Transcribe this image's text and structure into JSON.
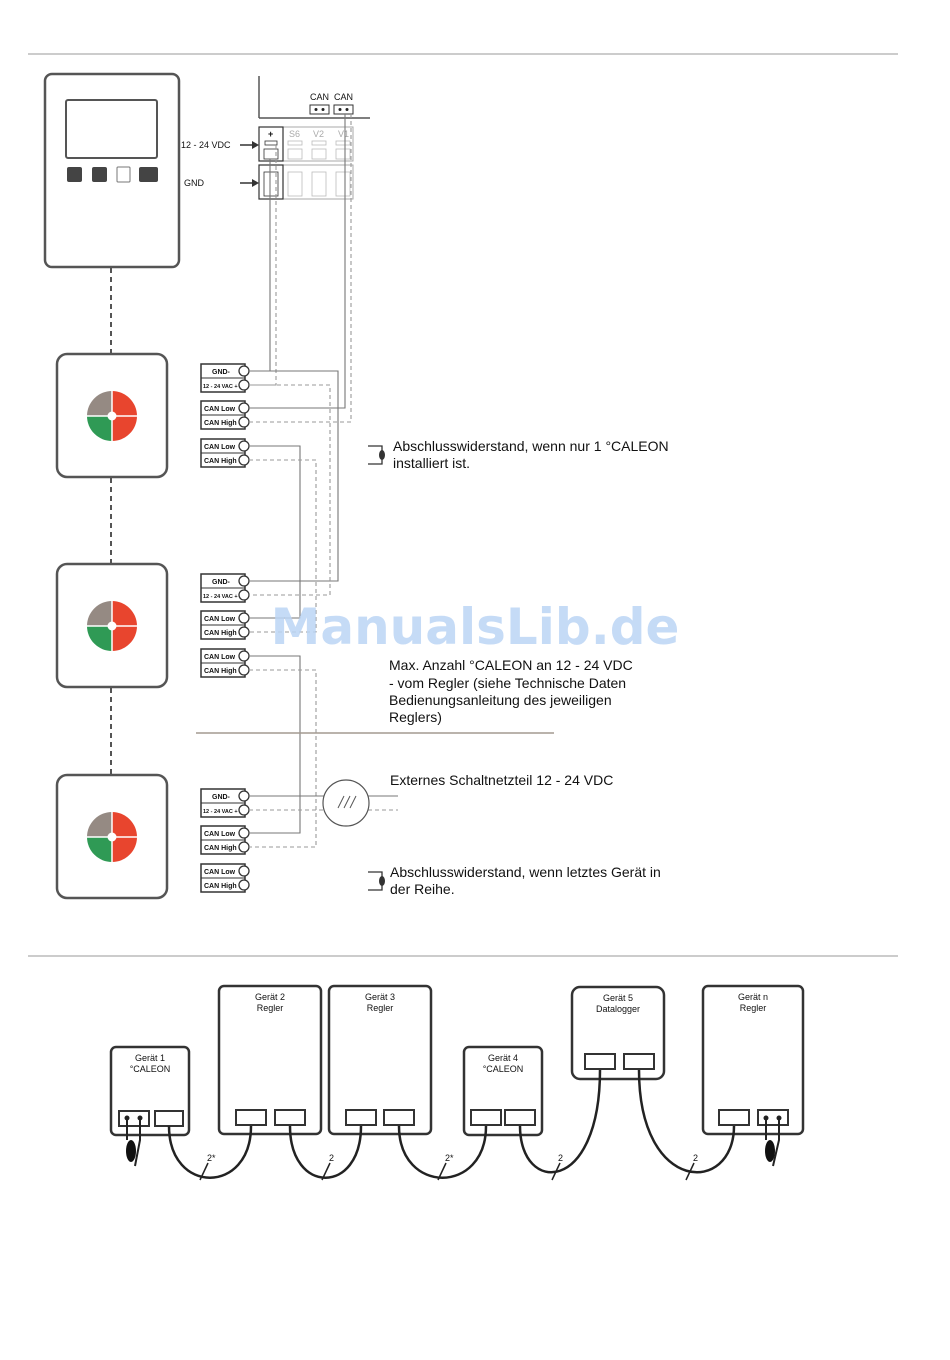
{
  "top_diagram": {
    "can_labels": [
      "CAN",
      "CAN"
    ],
    "terminal_labels": [
      "+",
      "S6",
      "V2",
      "V1"
    ],
    "supply_label": "12 - 24 VDC",
    "gnd_label": "GND",
    "module_terminals": {
      "gnd": "GND-",
      "vac": "12 - 24 VAC +",
      "can_low": "CAN Low",
      "can_high": "CAN High"
    },
    "note_terminator_1": [
      "Abschlusswiderstand, wenn nur 1 °CALEON",
      "installiert ist."
    ],
    "note_max": [
      "Max. Anzahl °CALEON an 12 - 24 VDC",
      "- vom Regler (siehe Technische Daten",
      "Bedienungsanleitung des jeweiligen",
      "Reglers)"
    ],
    "note_psu": "Externes Schaltnetzteil 12 - 24 VDC",
    "note_terminator_last": [
      "Abschlusswiderstand, wenn letztes Gerät in",
      "der Reihe."
    ],
    "colors": {
      "grey": "#958a83",
      "red": "#e8452e",
      "green": "#2f9a55"
    }
  },
  "bottom_diagram": {
    "devices": [
      {
        "line1": "Gerät 1",
        "line2": "°CALEON"
      },
      {
        "line1": "Gerät 2",
        "line2": "Regler"
      },
      {
        "line1": "Gerät 3",
        "line2": "Regler"
      },
      {
        "line1": "Gerät 4",
        "line2": "°CALEON"
      },
      {
        "line1": "Gerät 5",
        "line2": "Datalogger"
      },
      {
        "line1": "Gerät n",
        "line2": "Regler"
      }
    ],
    "cable_labels": [
      "2*",
      "2",
      "2*",
      "2",
      "2"
    ]
  },
  "watermark": "ManualsLib.de"
}
